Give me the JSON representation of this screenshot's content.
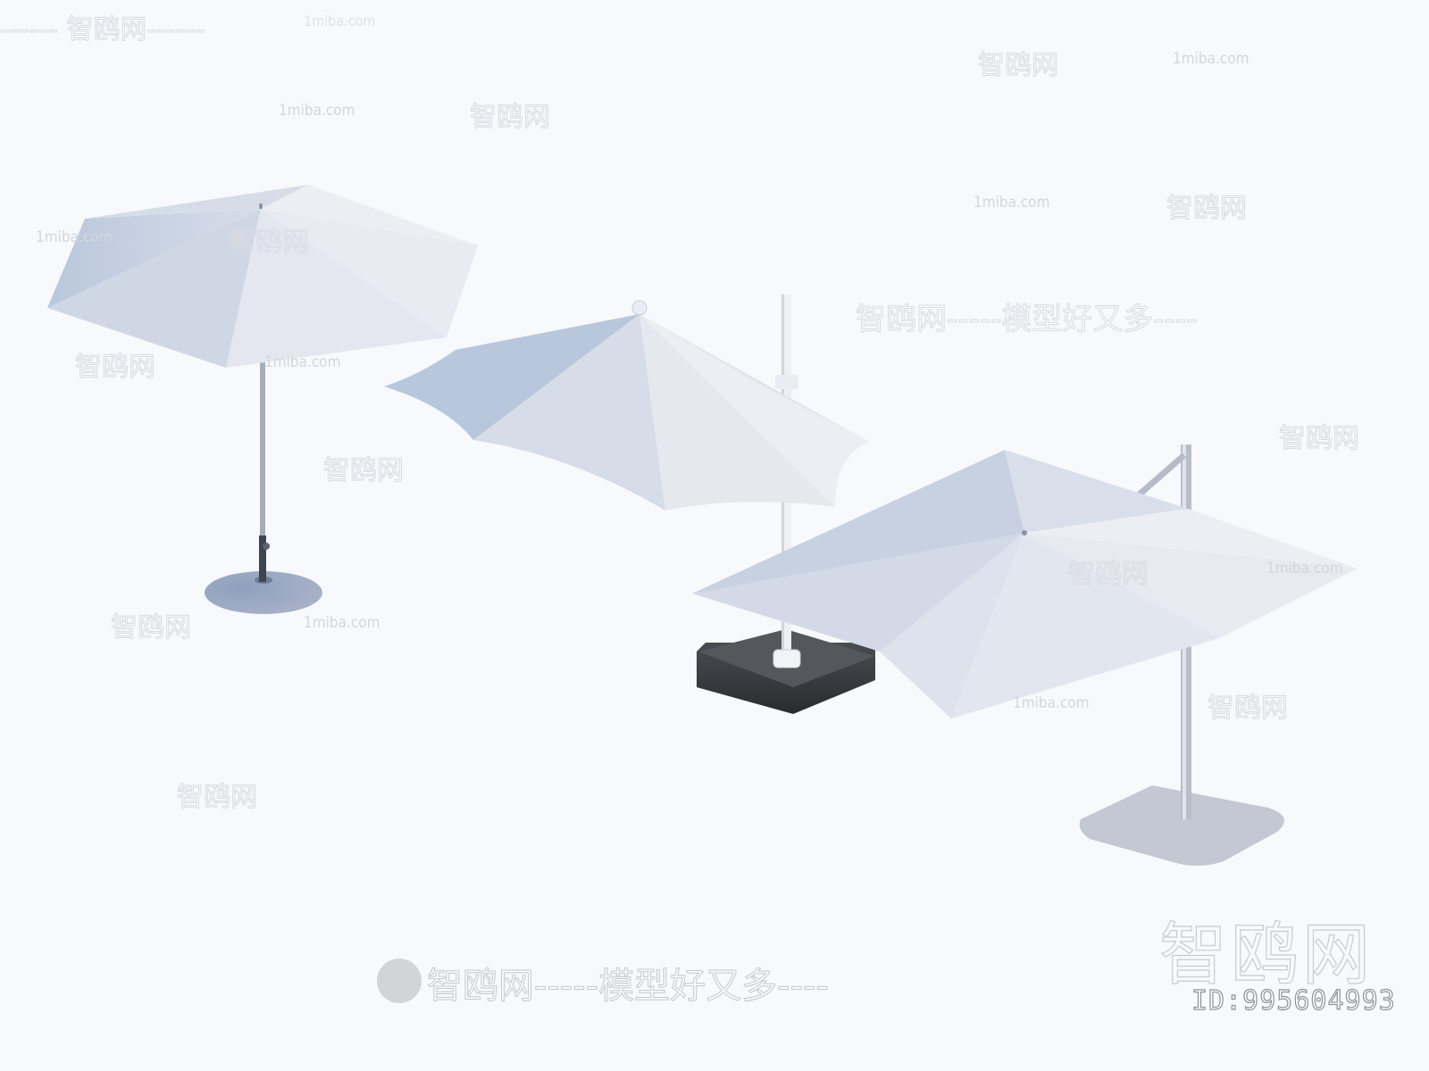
{
  "scene": {
    "description": "3D render of three white outdoor patio umbrellas on a light background",
    "background_color": "#f8f9fc",
    "objects": [
      {
        "name": "hexagonal-market-umbrella",
        "canopy": "white hexagonal",
        "pole": "grey center pole",
        "base": "round grey dome base"
      },
      {
        "name": "scalloped-cantilever-umbrella",
        "canopy": "white octagonal scalloped",
        "pole": "white offset pole",
        "base": "dark square stone base"
      },
      {
        "name": "square-cantilever-umbrella",
        "canopy": "white square",
        "pole": "silver offset pole with arm",
        "base": "grey rounded square plate"
      }
    ]
  },
  "watermarks": {
    "brand_cn": "智鸥网",
    "site": "1miba.com",
    "dashes": "------",
    "slogan": "智鸥网-----模型好又多----",
    "footer_slogan": "智鸥网-----模型好又多----",
    "corner_brand": "智鸥网",
    "model_id": "ID:995604993"
  }
}
